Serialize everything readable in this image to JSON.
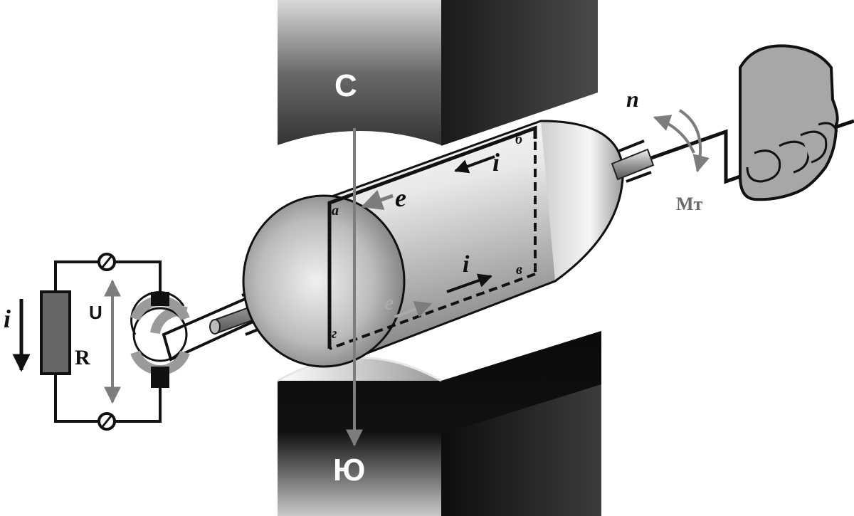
{
  "poles": {
    "north": "С",
    "south": "Ю"
  },
  "conductor_points": {
    "a": "а",
    "b": "б",
    "v": "в",
    "g": "г"
  },
  "symbols": {
    "current_top": "i",
    "current_bottom": "i",
    "current_load": "i",
    "emf_top": "e",
    "emf_bottom": "e",
    "rotation_speed": "n",
    "torque": "Мт",
    "voltage": "U",
    "resistance": "R"
  },
  "colors": {
    "pole_dark": "#111111",
    "pole_mid": "#6e6e6e",
    "pole_light": "#e2e2e2",
    "cylinder_light": "#f4f4f4",
    "cylinder_dark": "#8a8a8a",
    "resistor_fill": "#666666",
    "arrow_gray": "#7d7d7d",
    "hand_fill": "#a7a7a7"
  }
}
